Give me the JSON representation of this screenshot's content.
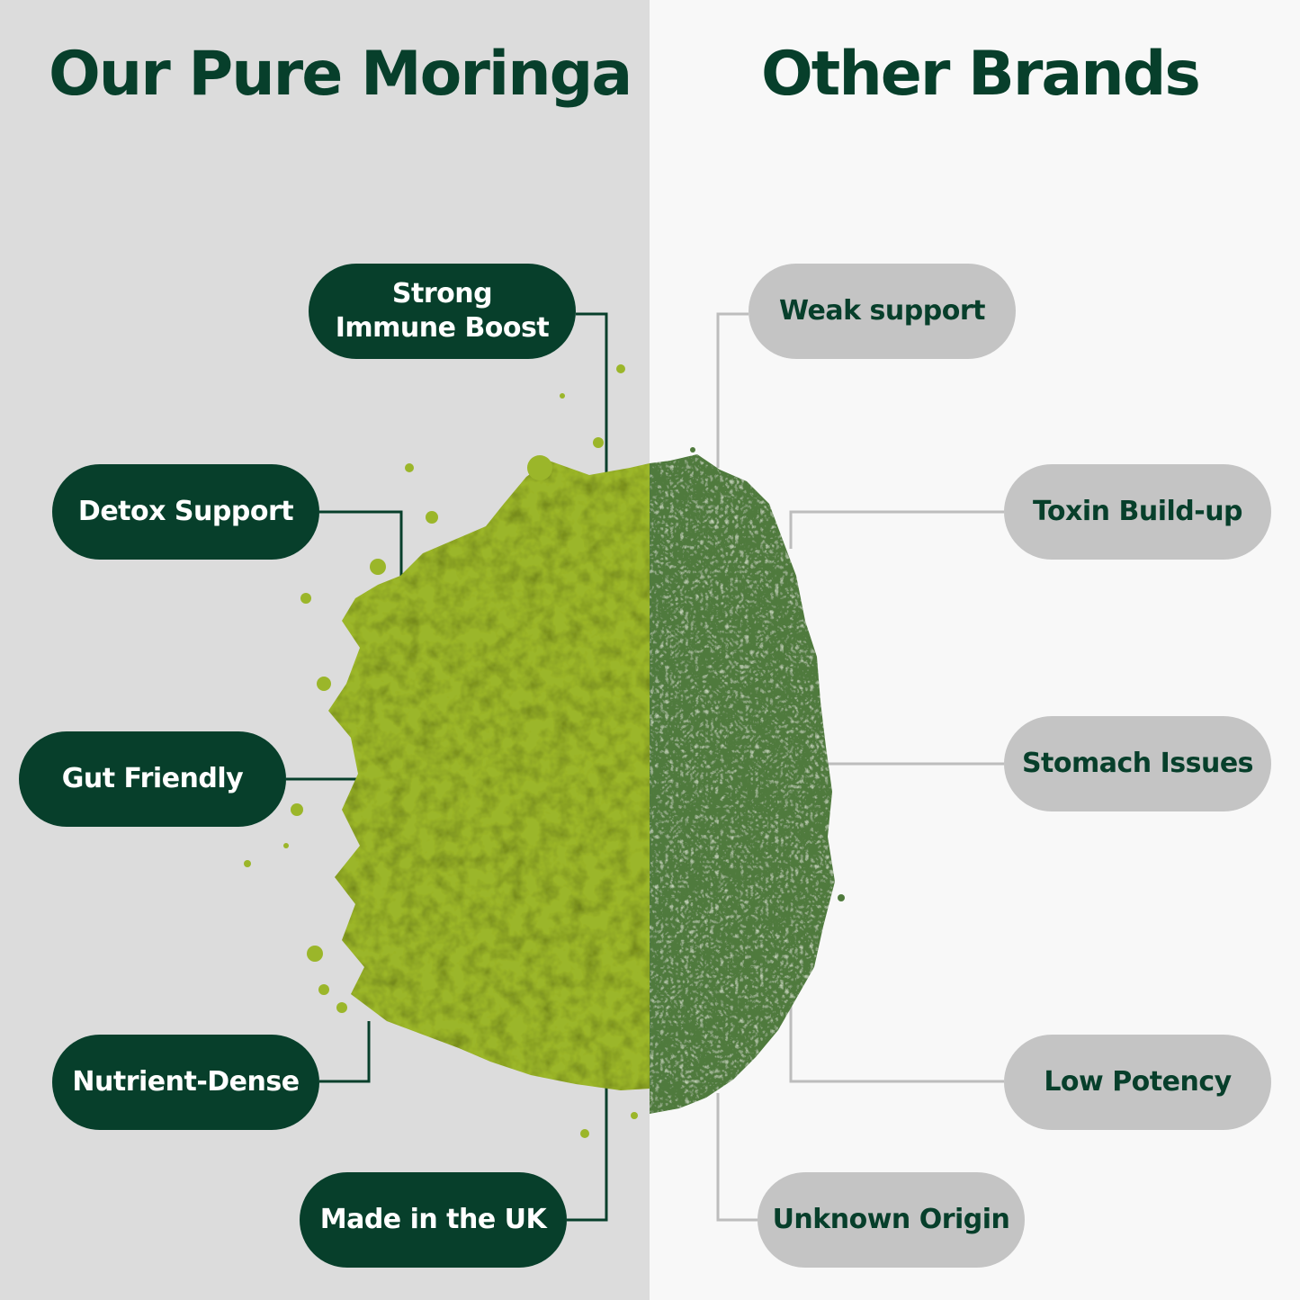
{
  "colors": {
    "left_background": "#dcdcdc",
    "right_background": "#f8f8f8",
    "brand_dark_green": "#073f2b",
    "pill_grey": "#c4c4c4",
    "connector_grey": "#bdbdbd",
    "moringa_powder": "#9bb62a",
    "dried_leaf": "#4f7a3c"
  },
  "left_panel": {
    "title": "Our Pure Moringa",
    "benefits": [
      {
        "label": "Strong\nImmune Boost"
      },
      {
        "label": "Detox Support"
      },
      {
        "label": "Gut Friendly"
      },
      {
        "label": "Nutrient-Dense"
      },
      {
        "label": "Made in the UK"
      }
    ]
  },
  "right_panel": {
    "title": "Other Brands",
    "drawbacks": [
      {
        "label": "Weak support"
      },
      {
        "label": "Toxin Build-up"
      },
      {
        "label": "Stomach Issues"
      },
      {
        "label": "Low Potency"
      },
      {
        "label": "Unknown Origin"
      }
    ]
  }
}
